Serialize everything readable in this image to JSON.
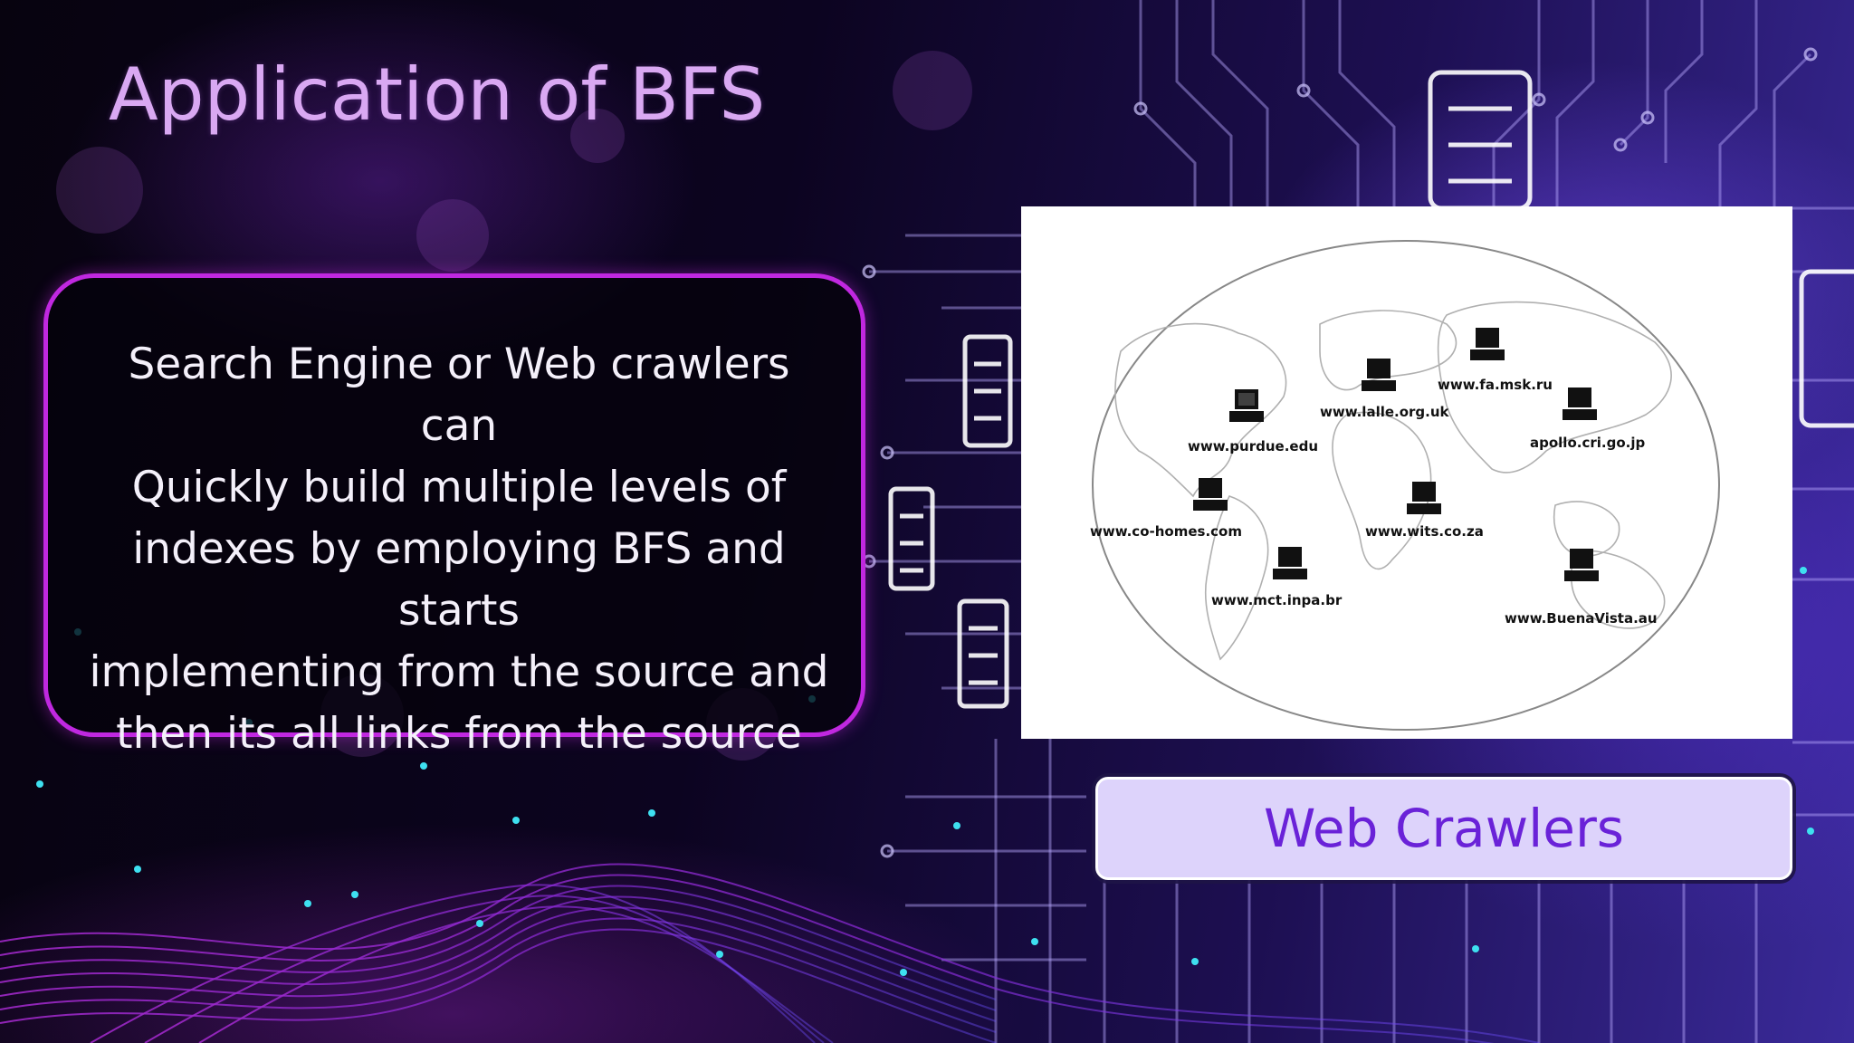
{
  "slide": {
    "title": "Application of BFS",
    "body_text": " Search Engine  or Web crawlers can\nQuickly build multiple levels of\nindexes by employing BFS and starts\nimplementing from the source and\nthen its all links from the source",
    "figure": {
      "sites": [
        "www.purdue.edu",
        "www.lalle.org.uk",
        "www.fa.msk.ru",
        "apollo.cri.go.jp",
        "www.co-homes.com",
        "www.wits.co.za",
        "www.mct.inpa.br",
        "www.BuenaVista.au"
      ]
    },
    "caption": "Web Crawlers"
  },
  "colors": {
    "title": "#d9a8f2",
    "box_border": "#c028e0",
    "caption_bg": "#ddd3fb",
    "caption_text": "#6a22d8",
    "accent_cyan": "#3ee0f0"
  }
}
